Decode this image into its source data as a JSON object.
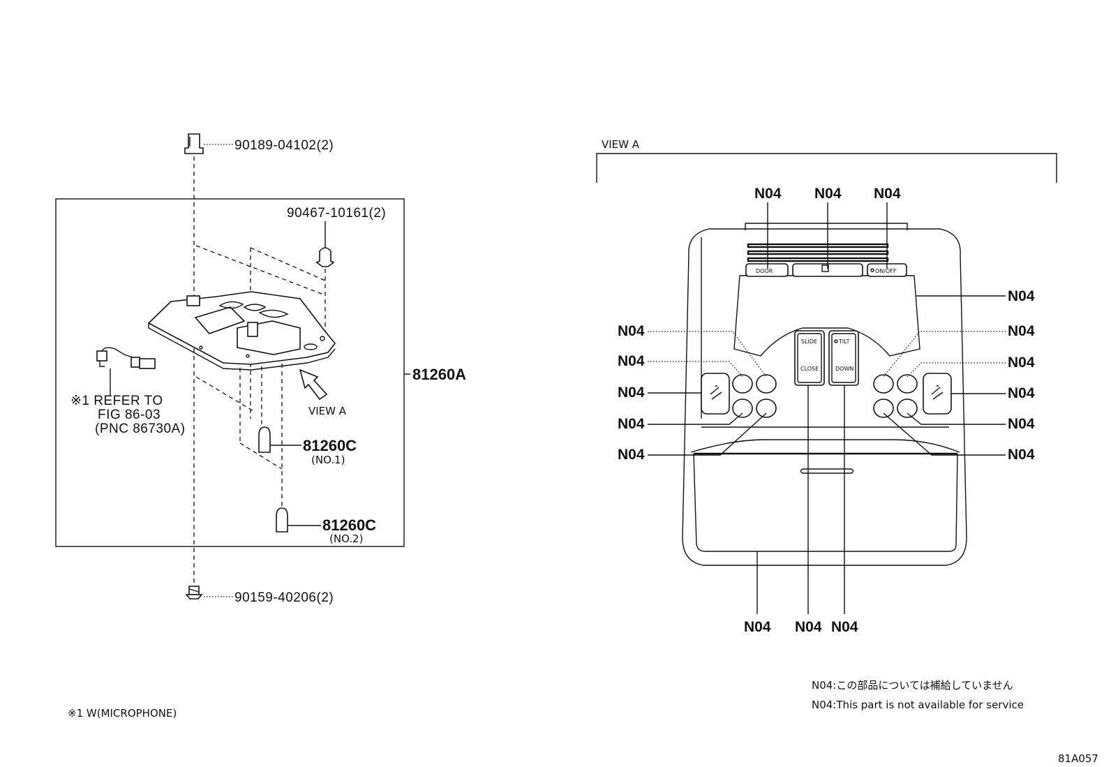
{
  "left": {
    "parts": {
      "top_screw": "90189-04102(2)",
      "clip": "90467-10161(2)",
      "assembly": "81260A",
      "bulb1": "81260C",
      "bulb1_sub": "(NO.1)",
      "bulb2": "81260C",
      "bulb2_sub": "(NO.2)",
      "bottom_screw": "90159-40206(2)"
    },
    "refer": {
      "line1": "※1 REFER TO",
      "line2": "FIG 86-03",
      "line3": "(PNC 86730A)"
    },
    "view_arrow_label": "VIEW A"
  },
  "right": {
    "view_title": "VIEW A",
    "callout_label": "N04",
    "button_labels": {
      "door": "DOOR",
      "onoff": "ON/OFF",
      "slide": "SLIDE",
      "close": "CLOSE",
      "tilt": "TILT",
      "down": "DOWN"
    }
  },
  "notes": {
    "jp": "N04:この部品については補給していません",
    "en": "N04:This part is not available for service",
    "footnote": "※1 W(MICROPHONE)",
    "figure_id": "81A057"
  }
}
